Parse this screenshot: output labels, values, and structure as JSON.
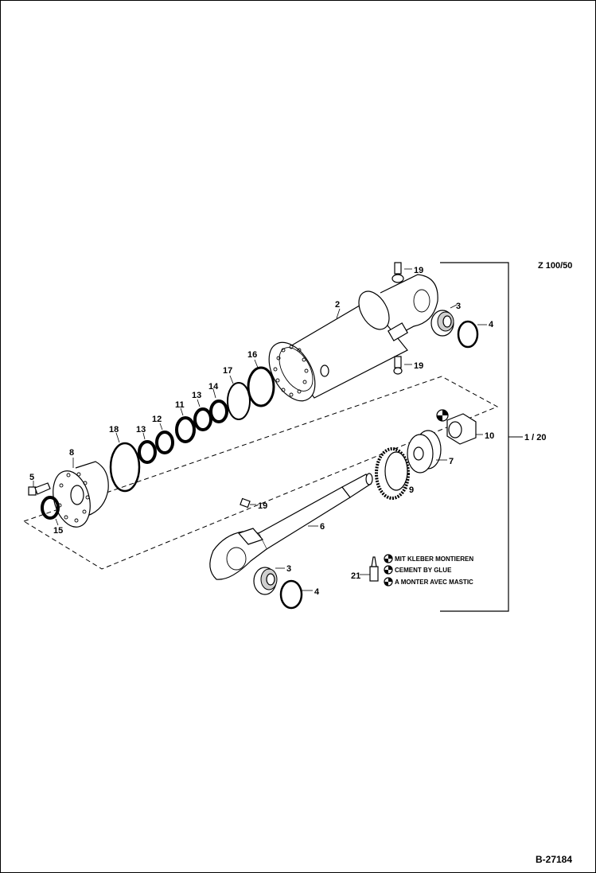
{
  "drawing_code": "Z 100/50",
  "drawing_number": "B-27184",
  "assembly_label": "1 / 20",
  "callouts": {
    "p2": "2",
    "p3a": "3",
    "p3b": "3",
    "p4a": "4",
    "p4b": "4",
    "p5": "5",
    "p6": "6",
    "p7": "7",
    "p8": "8",
    "p9": "9",
    "p10": "10",
    "p11": "11",
    "p12": "12",
    "p13a": "13",
    "p13b": "13",
    "p14": "14",
    "p15": "15",
    "p16": "16",
    "p17": "17",
    "p18": "18",
    "p19a": "19",
    "p19b": "19",
    "p19c": "19",
    "p21": "21"
  },
  "legend": {
    "line1": "MIT KLEBER MONTIEREN",
    "line2": "CEMENT BY GLUE",
    "line3": "A MONTER AVEC MASTIC"
  }
}
